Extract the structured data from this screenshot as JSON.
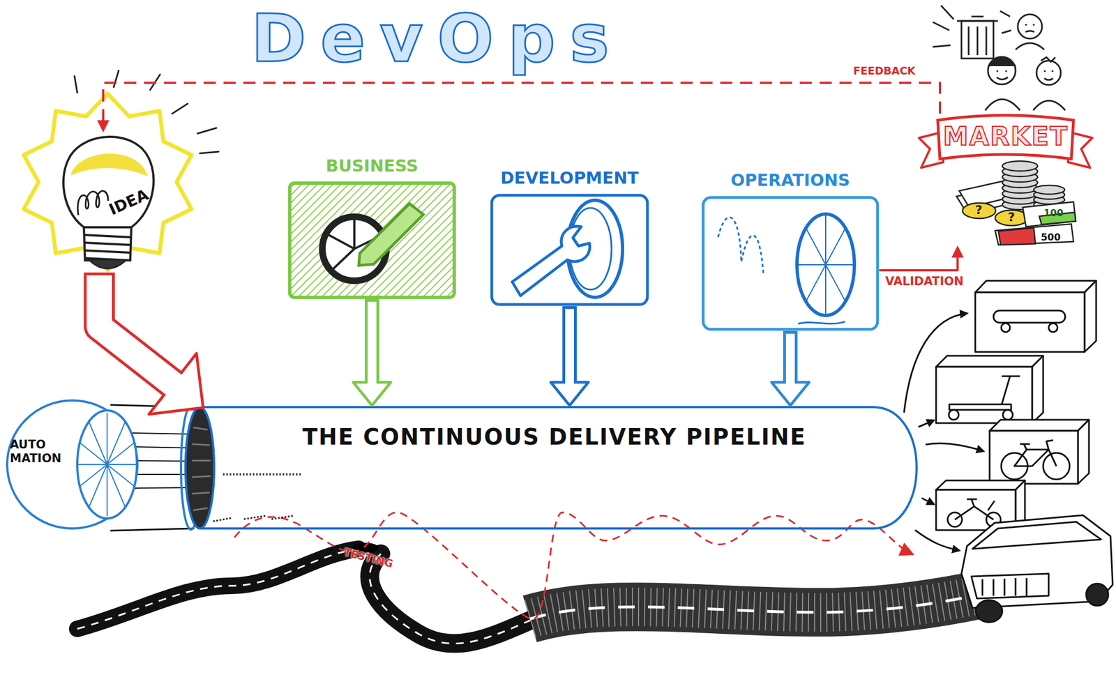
{
  "diagram": {
    "title": "DevOps",
    "nodes": [
      {
        "text": [
          "IDEA"
        ]
      },
      {
        "text": [
          "BUSINESS"
        ]
      },
      {
        "text": [
          "DEVELOPMENT"
        ]
      },
      {
        "text": [
          "OPERATIONS"
        ]
      },
      {
        "text": [
          "MARKET"
        ]
      },
      {
        "text": [
          "AUTO MATION"
        ]
      },
      {
        "text": [
          "THE CONTINUOUS DELIVERY PIPELINE"
        ]
      }
    ],
    "edges": [
      {
        "from": 0,
        "to": 6,
        "arrow": "to"
      },
      {
        "from": 1,
        "to": 6,
        "arrow": "to"
      },
      {
        "from": 2,
        "to": 6,
        "arrow": "to"
      },
      {
        "from": 3,
        "to": 6,
        "arrow": "to"
      },
      {
        "from": 3,
        "to": 4,
        "label": "VALIDATION",
        "arrow": "to"
      },
      {
        "from": 4,
        "to": 0,
        "label": "FEEDBACK",
        "arrow": "to"
      }
    ],
    "labels": [
      "TESTING",
      "?",
      "?",
      "100",
      "500"
    ]
  }
}
